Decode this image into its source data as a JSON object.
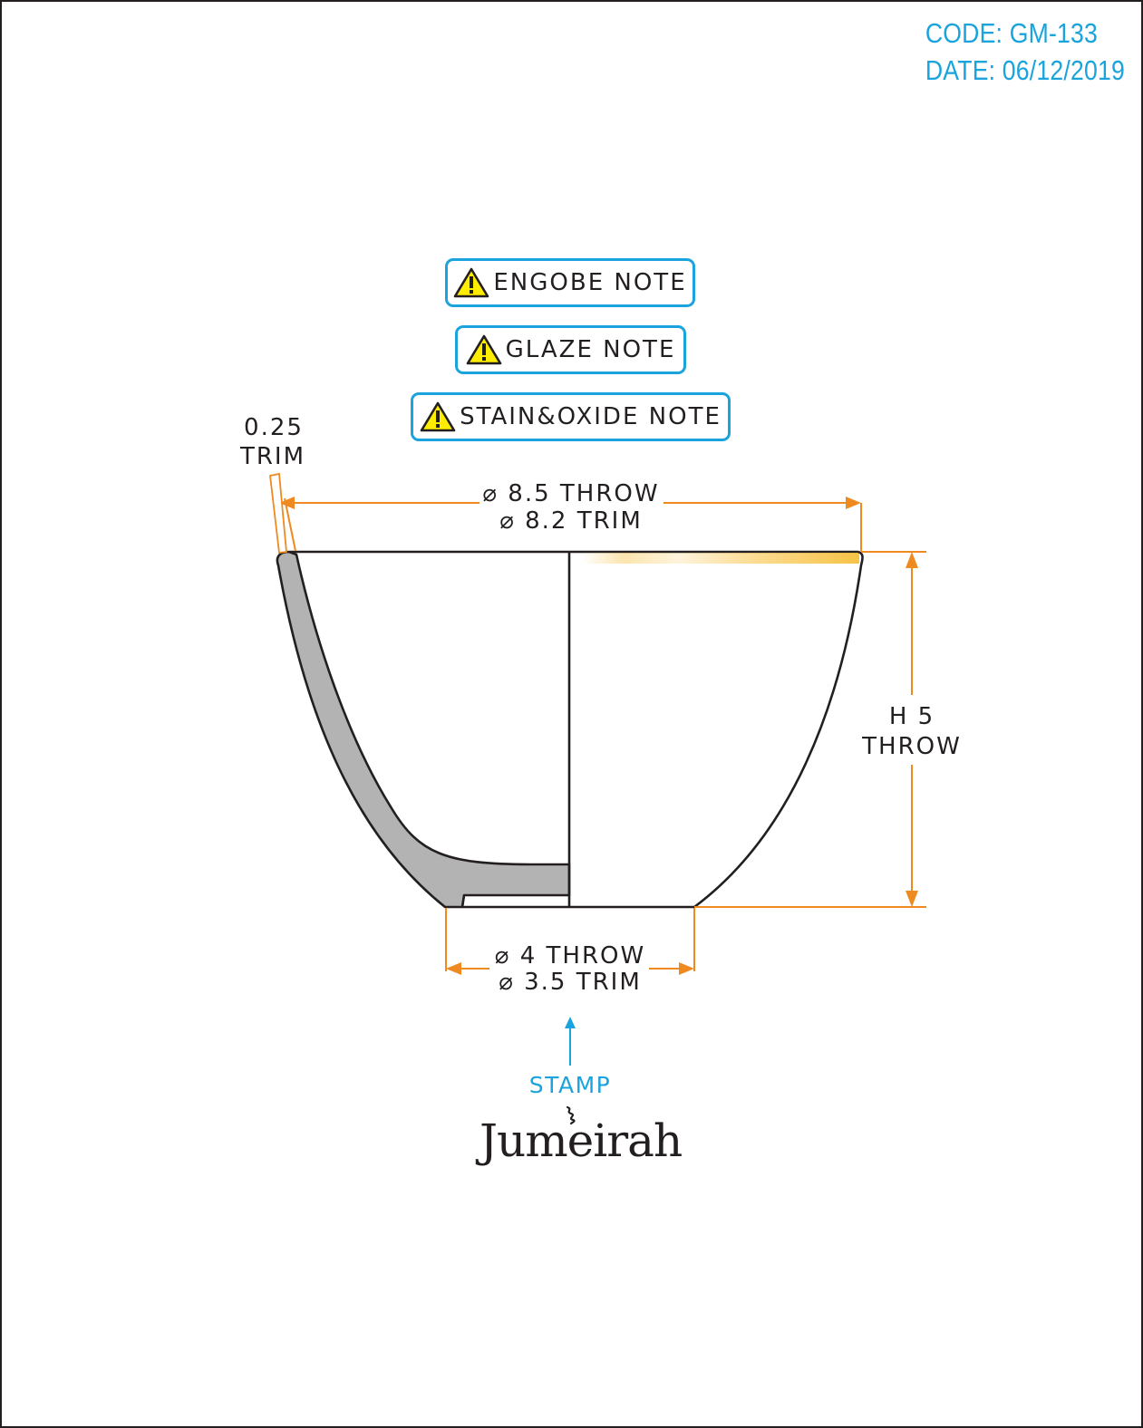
{
  "meta": {
    "code": "CODE: GM-133",
    "date": "DATE: 06/12/2019"
  },
  "notes": [
    {
      "label": "ENGOBE NOTE",
      "icon": "warning-icon"
    },
    {
      "label": "GLAZE NOTE",
      "icon": "warning-icon"
    },
    {
      "label": "STAIN&OXIDE NOTE",
      "icon": "warning-icon"
    }
  ],
  "dimensions": {
    "wall": {
      "value": "0.25",
      "kind": "TRIM"
    },
    "rim": {
      "throw": "⌀ 8.5  THROW",
      "trim": "⌀ 8.2  TRIM"
    },
    "height": {
      "value": "H 5",
      "kind": "THROW"
    },
    "foot": {
      "throw": "⌀ 4  THROW",
      "trim": "⌀ 3.5  TRIM"
    }
  },
  "stamp": {
    "label": "STAMP"
  },
  "logo": {
    "text": "Jumeirah"
  },
  "colors": {
    "line": "#231f20",
    "dimension": "#ef8a21",
    "accent": "#1aa3dc",
    "section": "#b3b3b3",
    "glaze_rim": "#f6b418",
    "warning": "#ffed00"
  }
}
